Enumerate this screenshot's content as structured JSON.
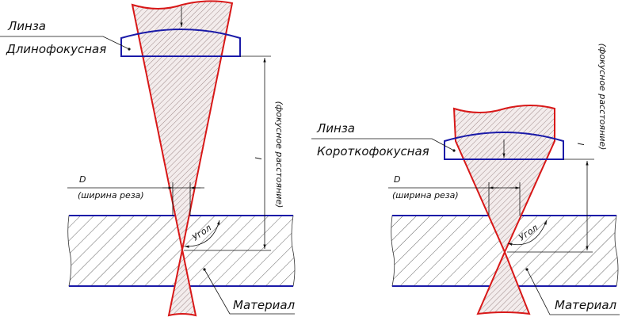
{
  "diagrams": [
    {
      "id": "long-focus",
      "lens_label": "Линза",
      "lens_type": "Длинофокусная",
      "focal_symbol": "l",
      "focal_label": "(фокусное расстояние)",
      "width_symbol": "D",
      "width_label": "(ширина реза)",
      "angle_label": "Угол",
      "material_label": "Материал"
    },
    {
      "id": "short-focus",
      "lens_label": "Линза",
      "lens_type": "Короткофокусная",
      "focal_symbol": "l",
      "focal_label": "(фокусное расстояние)",
      "width_symbol": "D",
      "width_label": "(ширина реза)",
      "angle_label": "Угол",
      "material_label": "Материал"
    }
  ],
  "colors": {
    "beam": "#d81818",
    "lens": "#1a1aa8",
    "lines": "#111111"
  }
}
